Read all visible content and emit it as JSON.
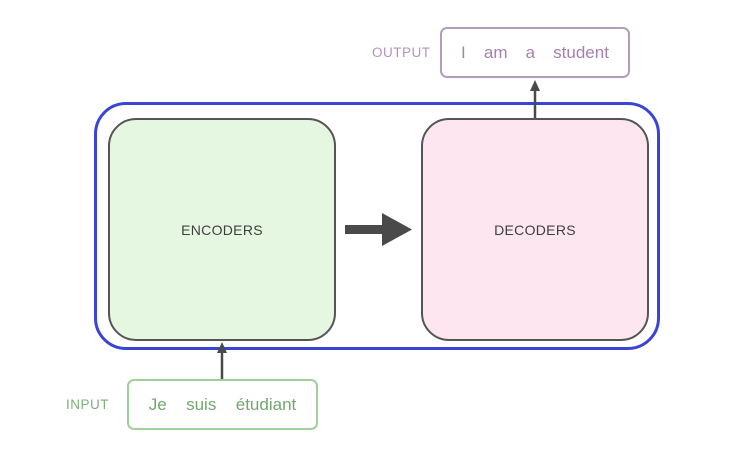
{
  "encoders": {
    "label": "ENCODERS"
  },
  "decoders": {
    "label": "DECODERS"
  },
  "output": {
    "label": "OUTPUT",
    "tokens": [
      "I",
      "am",
      "a",
      "student"
    ]
  },
  "input": {
    "label": "INPUT",
    "tokens": [
      "Je",
      "suis",
      "étudiant"
    ]
  },
  "colors": {
    "frame": "#3a45d6",
    "encoder_fill": "#e6f7e1",
    "decoder_fill": "#fde6ef",
    "output_text": "#a87fb0",
    "input_text": "#72a86d",
    "arrow": "#4a4a4a"
  }
}
